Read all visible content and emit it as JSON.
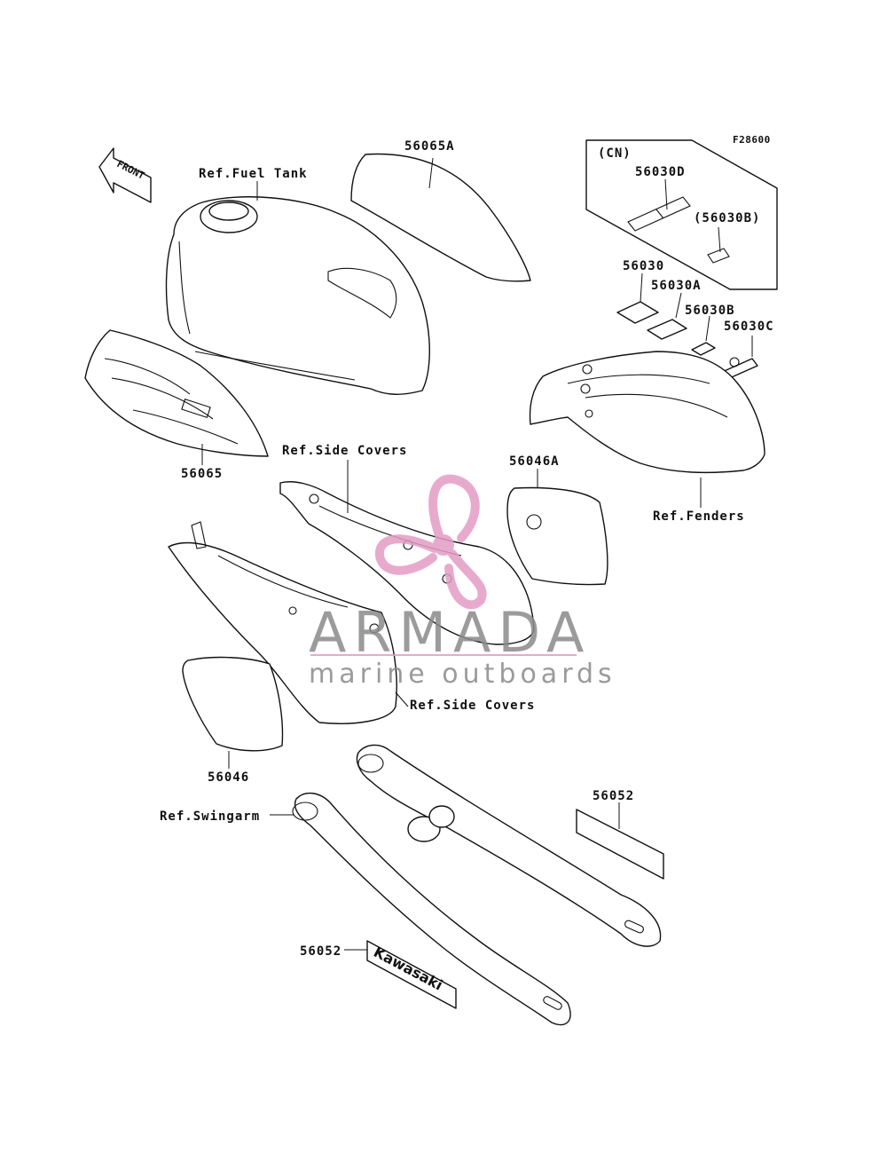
{
  "figure_code": "F28600",
  "front_label": "FRONT",
  "cn_box": {
    "header": "(CN)",
    "parts": [
      "56030D",
      "(56030B)"
    ]
  },
  "labels": {
    "fuel_tank": "Ref.Fuel Tank",
    "p56065A": "56065A",
    "p56030": "56030",
    "p56030A": "56030A",
    "p56030B": "56030B",
    "p56030C": "56030C",
    "p56065": "56065",
    "side_covers_upper": "Ref.Side Covers",
    "p56046A": "56046A",
    "fenders": "Ref.Fenders",
    "side_covers_lower": "Ref.Side Covers",
    "p56046": "56046",
    "p56052_right": "56052",
    "swingarm": "Ref.Swingarm",
    "p56052_left": "56052"
  },
  "decal_text": "Kawasaki",
  "watermark": {
    "title": "ARMADA",
    "subtitle": "marine outboards",
    "colors": {
      "logo": "#e39cc4",
      "text": "#8a8a8a"
    }
  }
}
